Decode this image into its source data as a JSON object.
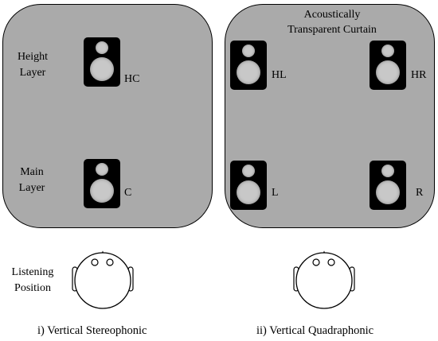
{
  "layout_a": {
    "height_layer_label_line1": "Height",
    "height_layer_label_line2": "Layer",
    "main_layer_label_line1": "Main",
    "main_layer_label_line2": "Layer",
    "speaker_hc_label": "HC",
    "speaker_c_label": "C",
    "listening_label_line1": "Listening",
    "listening_label_line2": "Position",
    "caption": "i) Vertical Stereophonic"
  },
  "layout_b": {
    "curtain_label_line1": "Acoustically",
    "curtain_label_line2": "Transparent Curtain",
    "speaker_hl_label": "HL",
    "speaker_hr_label": "HR",
    "speaker_l_label": "L",
    "speaker_r_label": "R",
    "caption": "ii) Vertical Quadraphonic"
  },
  "colors": {
    "panel_fill": "#aaaaaa",
    "speaker_body": "#000000",
    "speaker_cone": "#c8c8c8"
  },
  "icons": {
    "speaker": "loudspeaker-icon",
    "listener": "listener-head-icon"
  }
}
